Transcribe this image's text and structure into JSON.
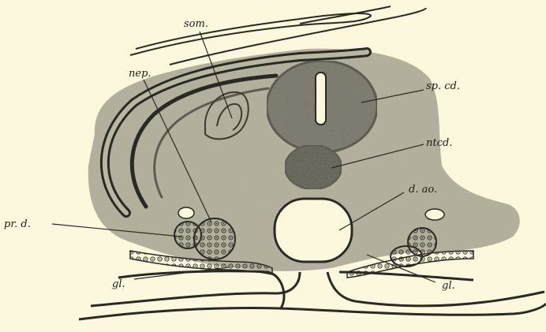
{
  "figure": {
    "background_color": "#fbf8dd",
    "tissue_color": "#b9b6a1",
    "dark_tissue_color": "#6e6c60",
    "outline_color": "#2a2a24",
    "labels": {
      "somite": "som.",
      "nephrotome": "nep.",
      "spinal_cord": "sp. cd.",
      "notochord": "ntcd.",
      "dorsal_aorta": "d. ao.",
      "pronephric_duct": "pr. d.",
      "glomerulus_left": "gl.",
      "glomerulus_right": "gl."
    }
  }
}
